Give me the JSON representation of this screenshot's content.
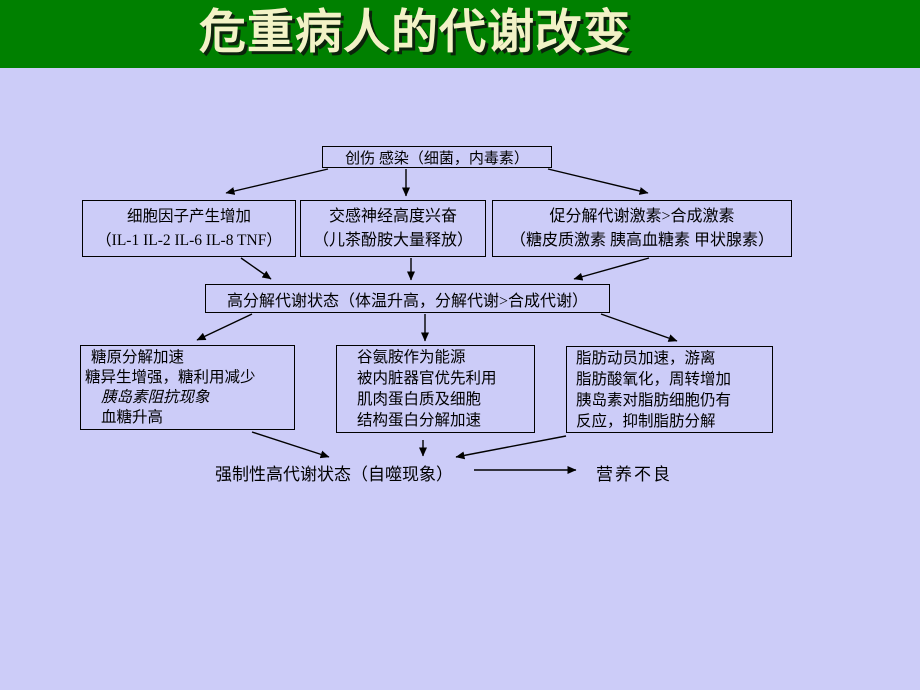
{
  "title": "危重病人的代谢改变",
  "colors": {
    "title_bar": "#008000",
    "title_text": "#f2f2c6",
    "background": "#ccccf8",
    "box_border": "#000000",
    "arrow": "#000000"
  },
  "flowchart": {
    "nodes": {
      "trauma": {
        "text": "创伤 感染（细菌，内毒素）"
      },
      "cytokines": {
        "line1": "细胞因子产生增加",
        "line2": "（IL-1 IL-2 IL-6 IL-8 TNF）"
      },
      "sympathetic": {
        "line1": "交感神经高度兴奋",
        "line2": "（儿茶酚胺大量释放）"
      },
      "hormones": {
        "line1": "促分解代谢激素>合成激素",
        "line2": "（糖皮质激素 胰高血糖素 甲状腺素）"
      },
      "hypercatabolic": {
        "text": "高分解代谢状态（体温升高，分解代谢>合成代谢）"
      },
      "glucose": {
        "line1": "糖原分解加速",
        "line2": "糖异生增强，糖利用减少",
        "line3": "胰岛素阻抗现象",
        "line4": "血糖升高"
      },
      "glutamine": {
        "line1": "谷氨胺作为能源",
        "line2": "被内脏器官优先利用",
        "line3": "肌肉蛋白质及细胞",
        "line4": "结构蛋白分解加速"
      },
      "fat": {
        "line1": "脂肪动员加速，游离",
        "line2": "脂肪酸氧化，周转增加",
        "line3": "胰岛素对脂肪细胞仍有",
        "line4": "反应，抑制脂肪分解"
      }
    },
    "outcome": {
      "forced": "强制性高代谢状态（自噬现象）",
      "malnutrition": "营养不良"
    }
  }
}
